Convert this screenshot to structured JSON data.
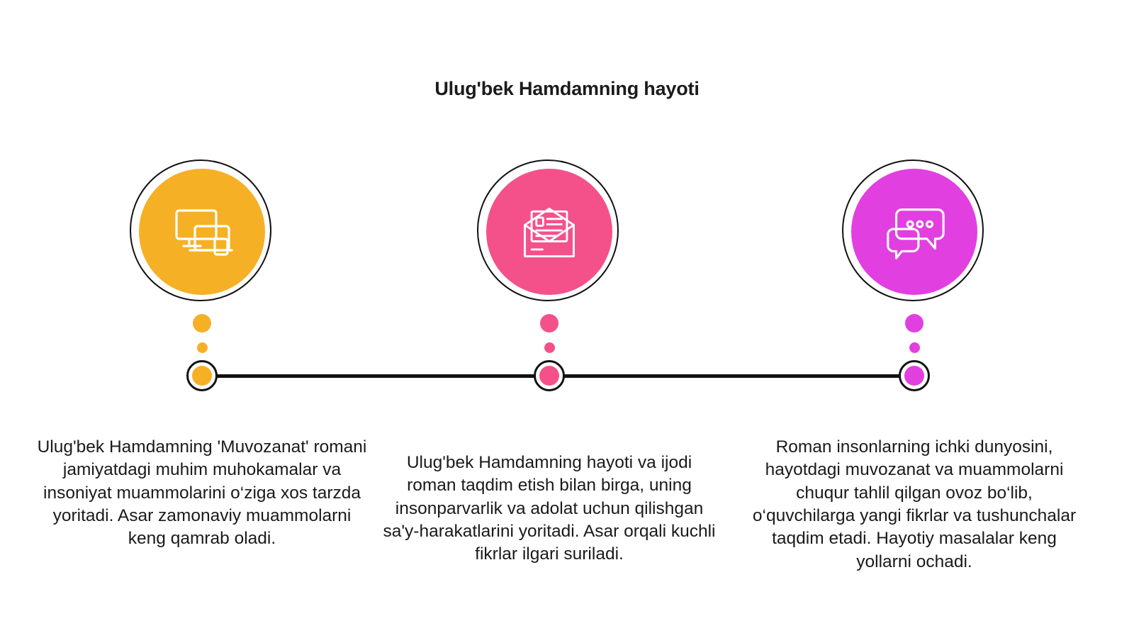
{
  "header": {
    "title": "Ulug'bek Hamdamning hayoti"
  },
  "colors": {
    "accent_1": "#F6B026",
    "accent_2": "#F4518B",
    "accent_3": "#E23FE0",
    "line": "#111111",
    "text": "#1a1a1a"
  },
  "timeline": {
    "steps": [
      {
        "icon": "devices-icon",
        "color": "#F6B026",
        "description": "Ulug'bek Hamdamning 'Muvozanat' romani jamiyatdagi muhim muhokamalar va insoniyat muammolarini o‘ziga xos tarzda yoritadi. Asar zamonaviy muammolarni keng qamrab oladi."
      },
      {
        "icon": "open-envelope-icon",
        "color": "#F4518B",
        "description": "Ulug'bek Hamdamning hayoti va ijodi roman taqdim etish bilan birga, uning insonparvarlik va adolat uchun qilishgan sa'y-harakatlarini yoritadi. Asar orqali kuchli fikrlar ilgari suriladi."
      },
      {
        "icon": "chat-bubbles-icon",
        "color": "#E23FE0",
        "description": "Roman insonlarning ichki dunyosini, hayotdagi muvozanat va muammolarni chuqur tahlil qilgan ovoz bo‘lib, o‘quvchilarga yangi fikrlar va tushunchalar taqdim etadi. Hayotiy masalalar keng yollarni ochadi."
      }
    ]
  }
}
